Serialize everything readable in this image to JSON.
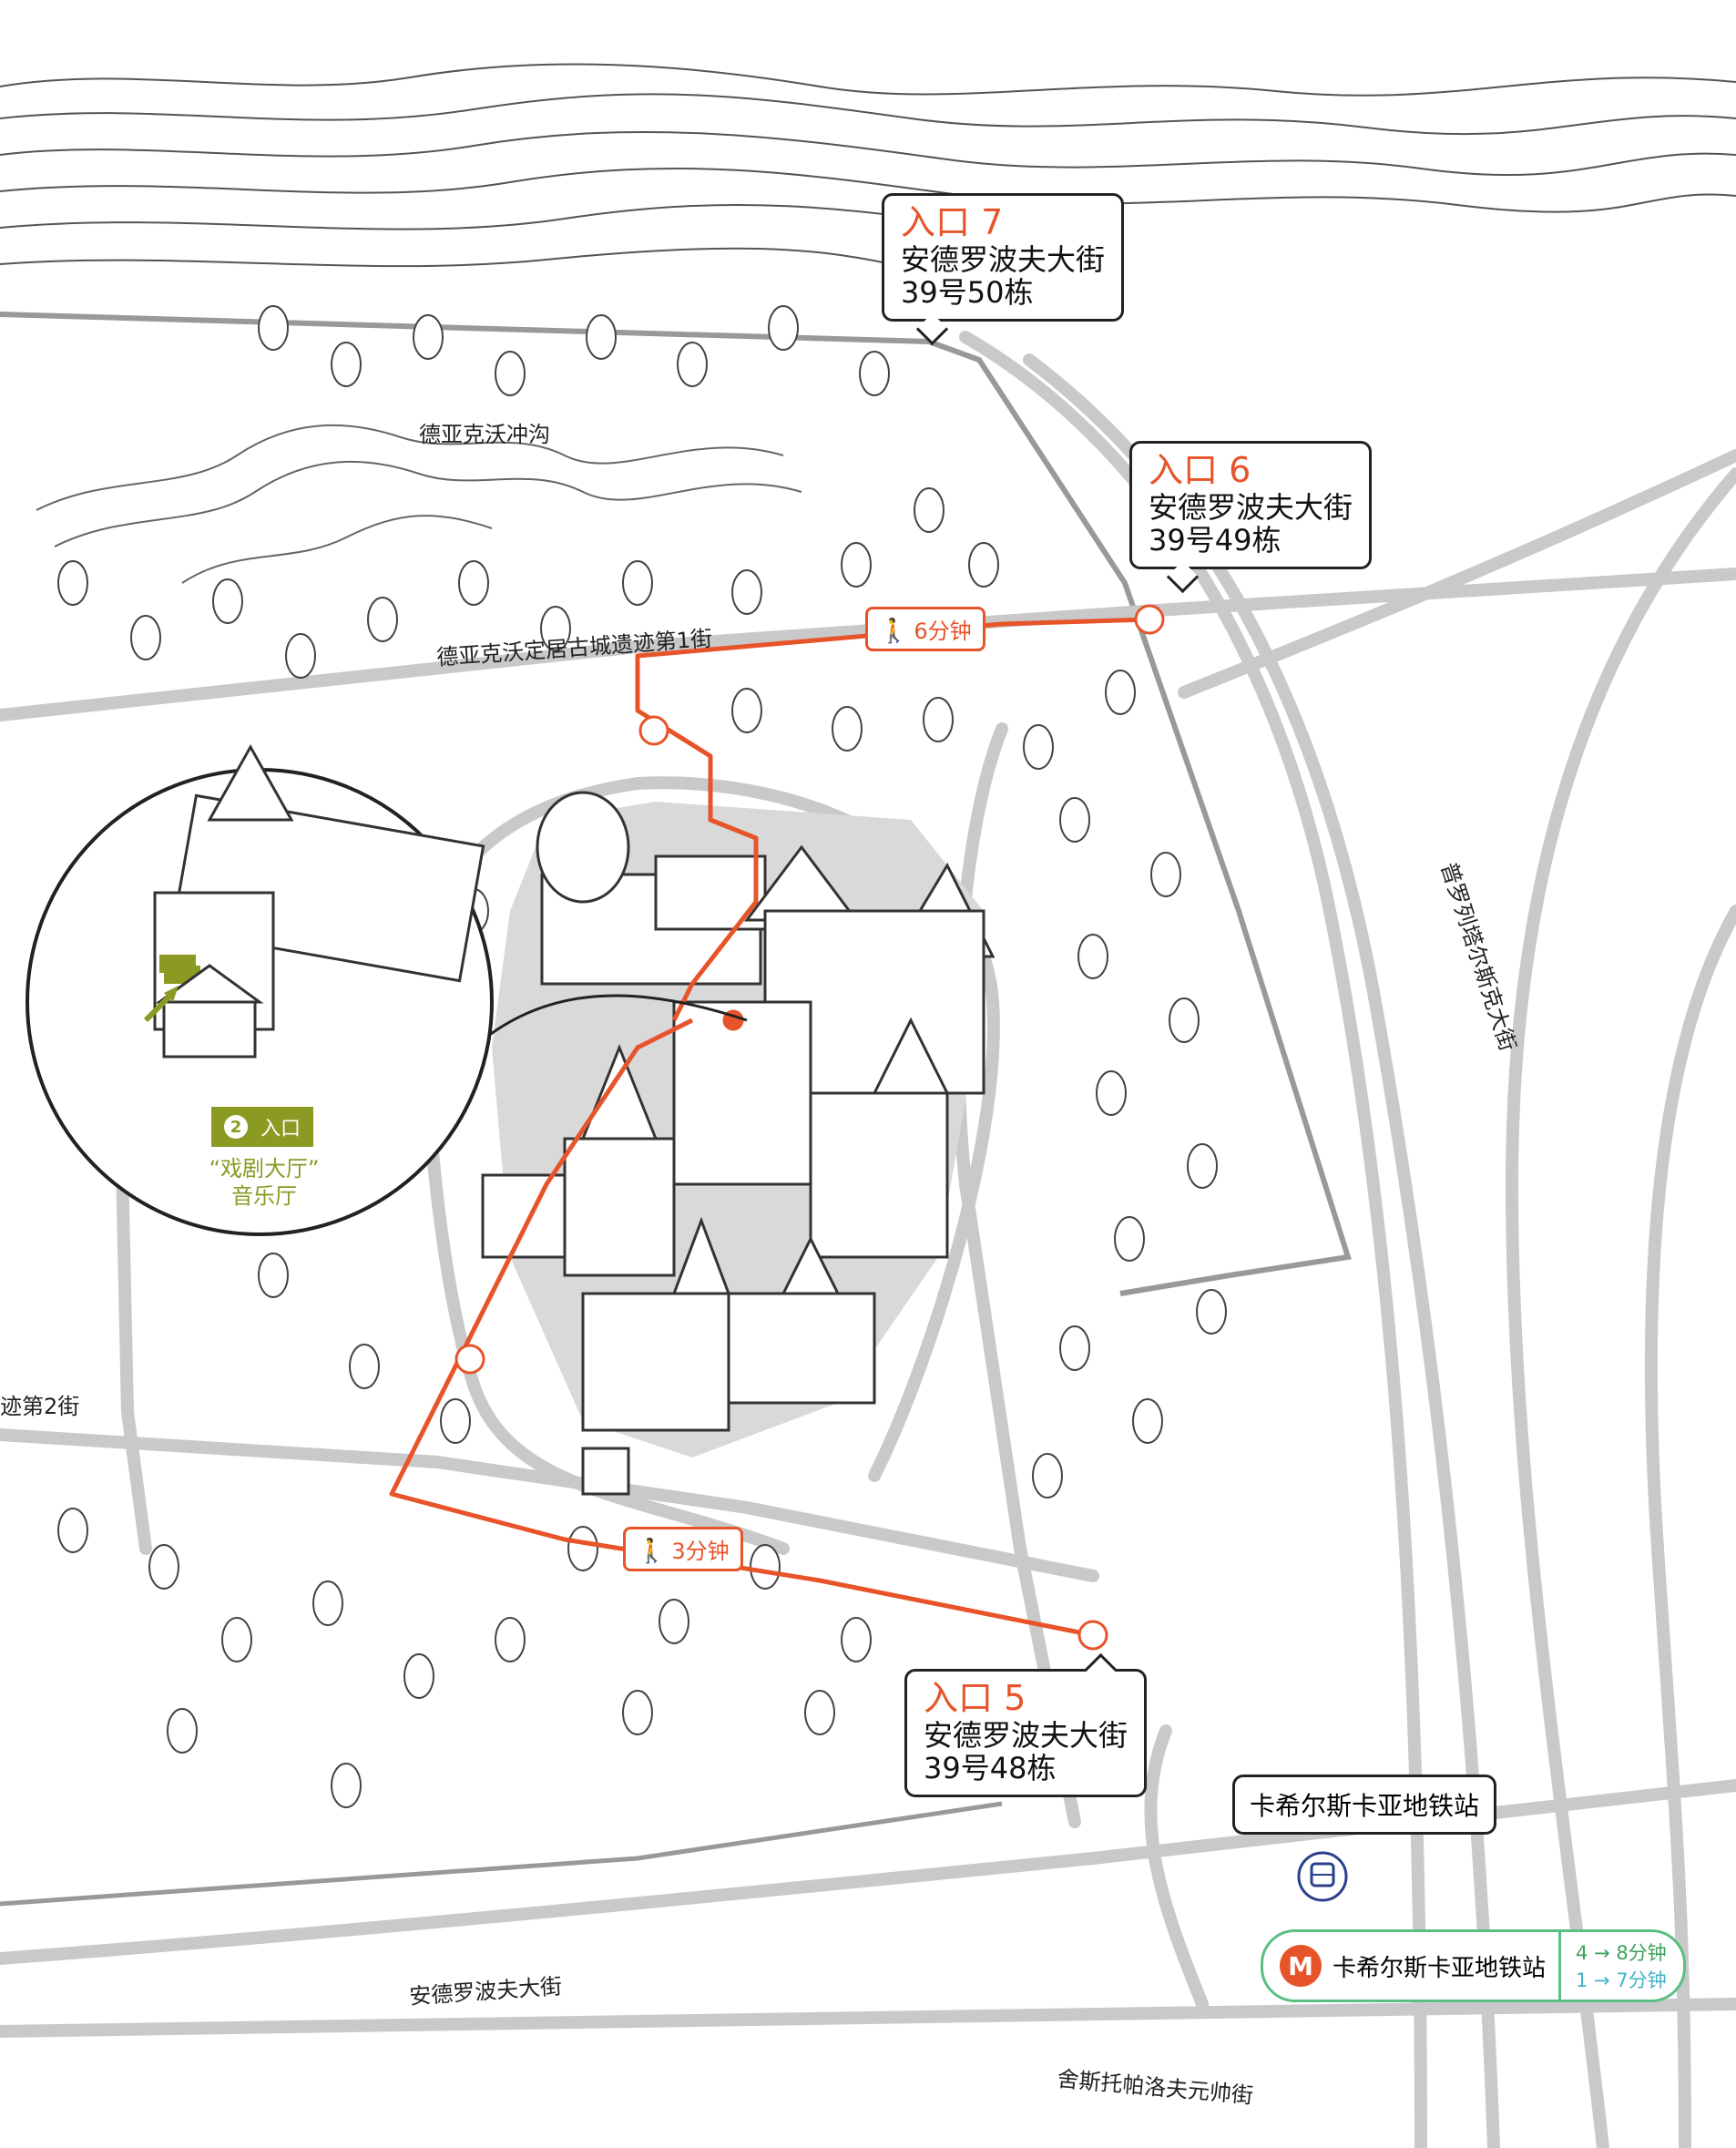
{
  "entrances": [
    {
      "title": "入口 7",
      "address_line1": "安德罗波夫大街",
      "address_line2": "39号50栋"
    },
    {
      "title": "入口 6",
      "address_line1": "安德罗波夫大街",
      "address_line2": "39号49栋"
    },
    {
      "title": "入口 5",
      "address_line1": "安德罗波夫大街",
      "address_line2": "39号48栋"
    }
  ],
  "walks": [
    {
      "label": "6分钟",
      "icon": "walking-person-icon"
    },
    {
      "label": "3分钟",
      "icon": "walking-person-icon"
    }
  ],
  "streets": {
    "ravine": "德亚克沃冲沟",
    "settlement_1": "德亚克沃定居古城遗迹第1街",
    "settlement_2": "迹第2街",
    "prolet": "普罗列塔尔斯克大街",
    "andropov": "安德罗波夫大街",
    "shosse": "舍斯托帕洛夫元帅街"
  },
  "inset": {
    "badge_number": "2",
    "badge_label": "入口",
    "caption_line1": "“戏剧大厅”",
    "caption_line2": "音乐厅"
  },
  "bus_stop": {
    "label": "卡希尔斯卡亚地铁站",
    "icon": "bus-icon"
  },
  "metro": {
    "logo": "M",
    "name": "卡希尔斯卡亚地铁站",
    "line1": "4 →  8分钟",
    "line2": "1 →  7分钟"
  },
  "colors": {
    "route": "#e8542a",
    "road": "#c9c9c9",
    "inset_accent": "#8b9a23",
    "metro_border": "#5bbf83",
    "line_1": "#3aa35a",
    "line_2": "#42b3c9"
  }
}
